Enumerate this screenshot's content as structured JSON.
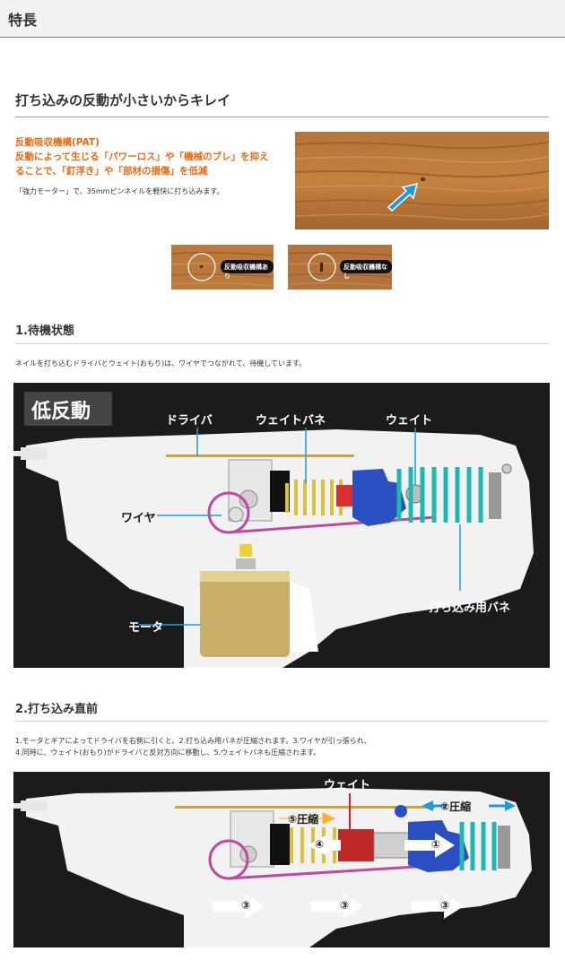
{
  "header": {
    "title": "特長"
  },
  "section_main": {
    "title": "打ち込みの反動が小さいからキレイ",
    "orange_lines": [
      "反動吸収機構(PAT)",
      "反動によって生じる「パワーロス」や「機械のブレ」を抑え",
      "ることで、「釘浮き」や「部材の損傷」を低減"
    ],
    "note": "「強力モーター」で、35mmピンネイルを軽快に打ち込みます。",
    "badge_with": "反動吸収機構あり",
    "badge_without": "反動吸収機構なし"
  },
  "section_1": {
    "title": "1.待機状態",
    "text": "ネイルを打ち込むドライバとウェイト(おもり)は、ワイヤでつながれて、待機しています。",
    "panel_badge": "低反動",
    "labels": {
      "driver": "ドライバ",
      "weight_spring": "ウェイトバネ",
      "weight": "ウェイト",
      "wire": "ワイヤ",
      "drive_spring": "打ち込み用バネ",
      "motor": "モータ"
    }
  },
  "section_2": {
    "title": "2.打ち込み直前",
    "text_1": "1.モータとギアによってドライバを右側に引くと、2.打ち込み用バネが圧縮されます。3.ワイヤが引っ張られ、",
    "text_2": "4.同時に、ウェイト(おもり)がドライバと反対方向に移動し、5.ウェイトバネも圧縮されます。",
    "labels": {
      "weight": "ウェイト",
      "compress_5": "⑤圧縮",
      "compress_2": "②圧縮",
      "arrow_1": "①",
      "arrow_3": "③",
      "arrow_4": "④"
    }
  }
}
